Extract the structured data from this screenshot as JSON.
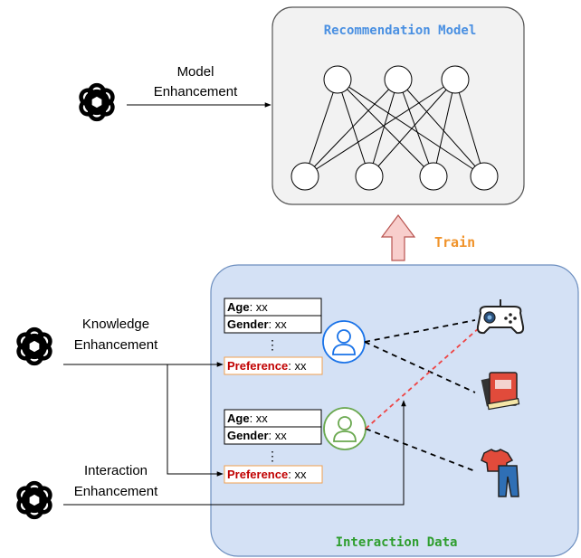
{
  "recommendation_model": {
    "title": "Recommendation Model",
    "title_color": "#4a90e2"
  },
  "train_label": {
    "text": "Train",
    "color": "#f0932b"
  },
  "interaction_data": {
    "title": "Interaction Data",
    "title_color": "#2e9e2e"
  },
  "enhancers": [
    {
      "id": "model",
      "line1": "Model",
      "line2": "Enhancement",
      "icon": "openai-logo-icon"
    },
    {
      "id": "knowledge",
      "line1": "Knowledge",
      "line2": "Enhancement",
      "icon": "openai-logo-icon"
    },
    {
      "id": "interaction",
      "line1": "Interaction",
      "line2": "Enhancement",
      "icon": "openai-logo-icon"
    }
  ],
  "profiles": [
    {
      "user": "blue-user-icon",
      "age_key": "Age",
      "age_val": ": xx",
      "gender_key": "Gender",
      "gender_val": ": xx",
      "dots": "⋮",
      "pref_key": "Preference",
      "pref_val": ": xx"
    },
    {
      "user": "green-user-icon",
      "age_key": "Age",
      "age_val": ": xx",
      "gender_key": "Gender",
      "gender_val": ": xx",
      "dots": "⋮",
      "pref_key": "Preference",
      "pref_val": ": xx"
    }
  ],
  "items": [
    "gamepad-icon",
    "book-icon",
    "clothes-icon"
  ],
  "colors": {
    "blue_user": "#1a73e8",
    "green_user": "#6aa84f",
    "preference_key": "#c00000",
    "preference_border": "#f0a050",
    "interaction_panel": "#d4e1f5",
    "model_panel": "#f2f2f2",
    "train_arrow_fill": "#f8cecc",
    "train_arrow_stroke": "#b85450",
    "dashed_red": "#ee4444"
  }
}
